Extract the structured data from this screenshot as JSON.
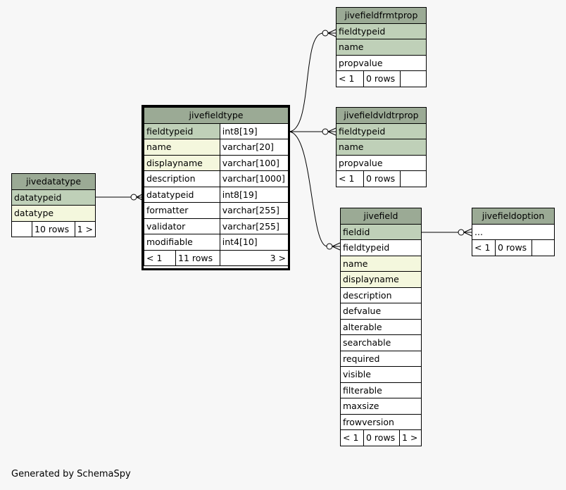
{
  "tables": {
    "jivedatatype": {
      "name": "jivedatatype",
      "columns": [
        {
          "name": "datatypeid",
          "kind": "pk"
        },
        {
          "name": "datatype",
          "kind": "idx"
        }
      ],
      "footer": [
        "",
        "10 rows",
        "1 >"
      ]
    },
    "jivefieldtype": {
      "name": "jivefieldtype",
      "columns": [
        {
          "name": "fieldtypeid",
          "type": "int8[19]",
          "kind": "pk"
        },
        {
          "name": "name",
          "type": "varchar[20]",
          "kind": "idx"
        },
        {
          "name": "displayname",
          "type": "varchar[100]",
          "kind": "idx"
        },
        {
          "name": "description",
          "type": "varchar[1000]",
          "kind": "plain"
        },
        {
          "name": "datatypeid",
          "type": "int8[19]",
          "kind": "plain"
        },
        {
          "name": "formatter",
          "type": "varchar[255]",
          "kind": "plain"
        },
        {
          "name": "validator",
          "type": "varchar[255]",
          "kind": "plain"
        },
        {
          "name": "modifiable",
          "type": "int4[10]",
          "kind": "plain"
        }
      ],
      "footer": [
        "< 1",
        "11 rows",
        "3 >"
      ]
    },
    "jivefieldfrmtprop": {
      "name": "jivefieldfrmtprop",
      "columns": [
        {
          "name": "fieldtypeid",
          "kind": "pk"
        },
        {
          "name": "name",
          "kind": "pk"
        },
        {
          "name": "propvalue",
          "kind": "plain"
        }
      ],
      "footer": [
        "< 1",
        "0 rows",
        ""
      ]
    },
    "jivefieldvldtrprop": {
      "name": "jivefieldvldtrprop",
      "columns": [
        {
          "name": "fieldtypeid",
          "kind": "pk"
        },
        {
          "name": "name",
          "kind": "pk"
        },
        {
          "name": "propvalue",
          "kind": "plain"
        }
      ],
      "footer": [
        "< 1",
        "0 rows",
        ""
      ]
    },
    "jivefield": {
      "name": "jivefield",
      "columns": [
        {
          "name": "fieldid",
          "kind": "pk"
        },
        {
          "name": "fieldtypeid",
          "kind": "plain"
        },
        {
          "name": "name",
          "kind": "idx"
        },
        {
          "name": "displayname",
          "kind": "idx"
        },
        {
          "name": "description",
          "kind": "plain"
        },
        {
          "name": "defvalue",
          "kind": "plain"
        },
        {
          "name": "alterable",
          "kind": "plain"
        },
        {
          "name": "searchable",
          "kind": "plain"
        },
        {
          "name": "required",
          "kind": "plain"
        },
        {
          "name": "visible",
          "kind": "plain"
        },
        {
          "name": "filterable",
          "kind": "plain"
        },
        {
          "name": "maxsize",
          "kind": "plain"
        },
        {
          "name": "frowversion",
          "kind": "plain"
        }
      ],
      "footer": [
        "< 1",
        "0 rows",
        "1 >"
      ]
    },
    "jivefieldoption": {
      "name": "jivefieldoption",
      "columns": [
        {
          "name": "...",
          "kind": "plain"
        }
      ],
      "footer": [
        "< 1",
        "0 rows",
        ""
      ]
    }
  },
  "relationships": [
    {
      "from": "jivedatatype.datatypeid",
      "to": "jivefieldtype.datatypeid"
    },
    {
      "from": "jivefieldtype.fieldtypeid",
      "to": "jivefieldfrmtprop.fieldtypeid"
    },
    {
      "from": "jivefieldtype.fieldtypeid",
      "to": "jivefieldvldtrprop.fieldtypeid"
    },
    {
      "from": "jivefieldtype.fieldtypeid",
      "to": "jivefield.fieldtypeid"
    },
    {
      "from": "jivefield.fieldid",
      "to": "jivefieldoption.fieldid"
    }
  ],
  "colors": {
    "header": "#9baa95",
    "primary_key": "#bfd0b8",
    "indexed": "#f4f7dd",
    "background": "#f7f7f7"
  },
  "footer_text": "Generated by SchemaSpy"
}
